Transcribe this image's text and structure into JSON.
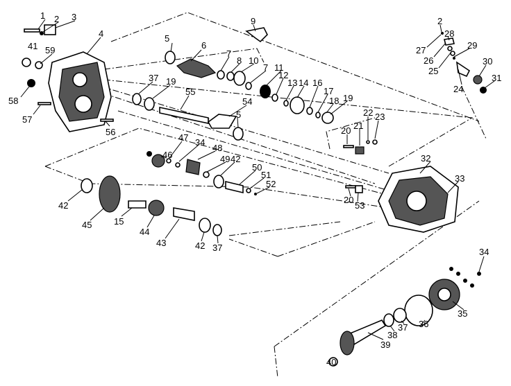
{
  "title": "Transmission exploded parts diagram",
  "callouts": [
    "1",
    "2",
    "3",
    "4",
    "41",
    "59",
    "58",
    "57",
    "56",
    "5",
    "6",
    "7",
    "8",
    "10",
    "7",
    "11",
    "12",
    "13",
    "14",
    "16",
    "17",
    "18",
    "19",
    "37",
    "19",
    "55",
    "54",
    "5",
    "9",
    "2",
    "27",
    "28",
    "26",
    "29",
    "25",
    "30",
    "31",
    "24",
    "22",
    "23",
    "20",
    "21",
    "32",
    "33",
    "46",
    "47",
    "34",
    "48",
    "49",
    "42",
    "50",
    "51",
    "52",
    "20",
    "53",
    "42",
    "45",
    "15",
    "44",
    "43",
    "42",
    "37",
    "34",
    "35",
    "36",
    "37",
    "38",
    "39",
    "40"
  ]
}
